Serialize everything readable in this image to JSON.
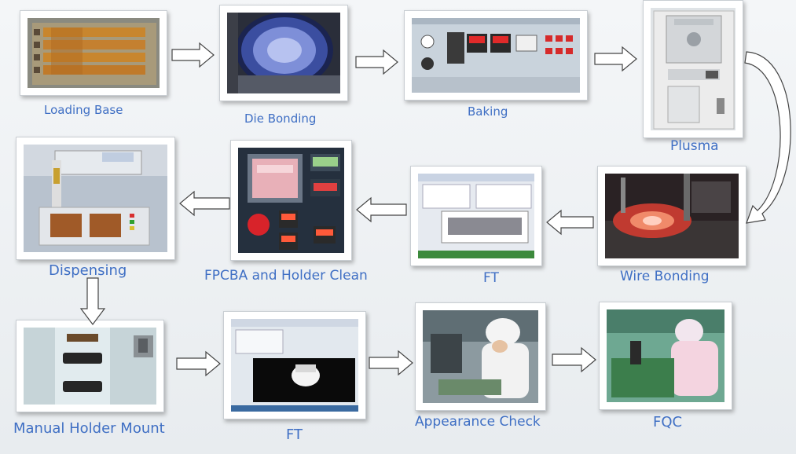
{
  "steps": [
    {
      "id": "loading-base",
      "label": "Loading Base"
    },
    {
      "id": "die-bonding",
      "label": "Die Bonding"
    },
    {
      "id": "baking",
      "label": "Baking"
    },
    {
      "id": "plusma",
      "label": "Plusma"
    },
    {
      "id": "wire-bonding",
      "label": "Wire Bonding"
    },
    {
      "id": "ft-1",
      "label": "FT"
    },
    {
      "id": "fpcba-holder-clean",
      "label": "FPCBA and Holder Clean"
    },
    {
      "id": "dispensing",
      "label": "Dispensing"
    },
    {
      "id": "manual-holder-mount",
      "label": "Manual Holder Mount"
    },
    {
      "id": "ft-2",
      "label": "FT"
    },
    {
      "id": "appearance-check",
      "label": "Appearance Check"
    },
    {
      "id": "fqc",
      "label": "FQC"
    }
  ],
  "colors": {
    "caption": "#3f6fc4",
    "arrow_fill": "#ffffff",
    "arrow_stroke": "#444444"
  }
}
